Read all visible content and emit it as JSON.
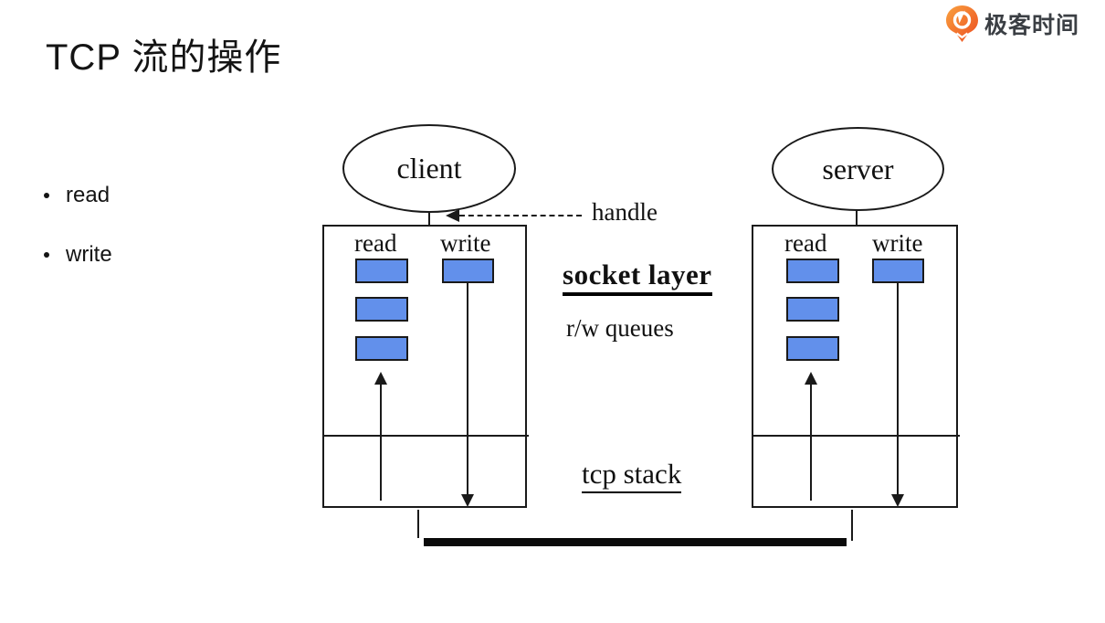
{
  "page": {
    "title": "TCP 流的操作",
    "logo_text": "极客时间",
    "bullets": [
      "read",
      "write"
    ]
  },
  "diagram": {
    "handle_label": "handle",
    "socket_layer_label": "socket layer",
    "rw_queues_label": "r/w queues",
    "tcp_stack_label": "tcp stack",
    "client": {
      "node_label": "client",
      "read_label": "read",
      "write_label": "write",
      "read_queue_count": 3,
      "write_queue_count": 1
    },
    "server": {
      "node_label": "server",
      "read_label": "read",
      "write_label": "write",
      "read_queue_count": 3,
      "write_queue_count": 1
    },
    "colors": {
      "queue_fill": "#6290EB",
      "line": "#1a1a1a",
      "logo_orange": "#F1662A"
    }
  }
}
